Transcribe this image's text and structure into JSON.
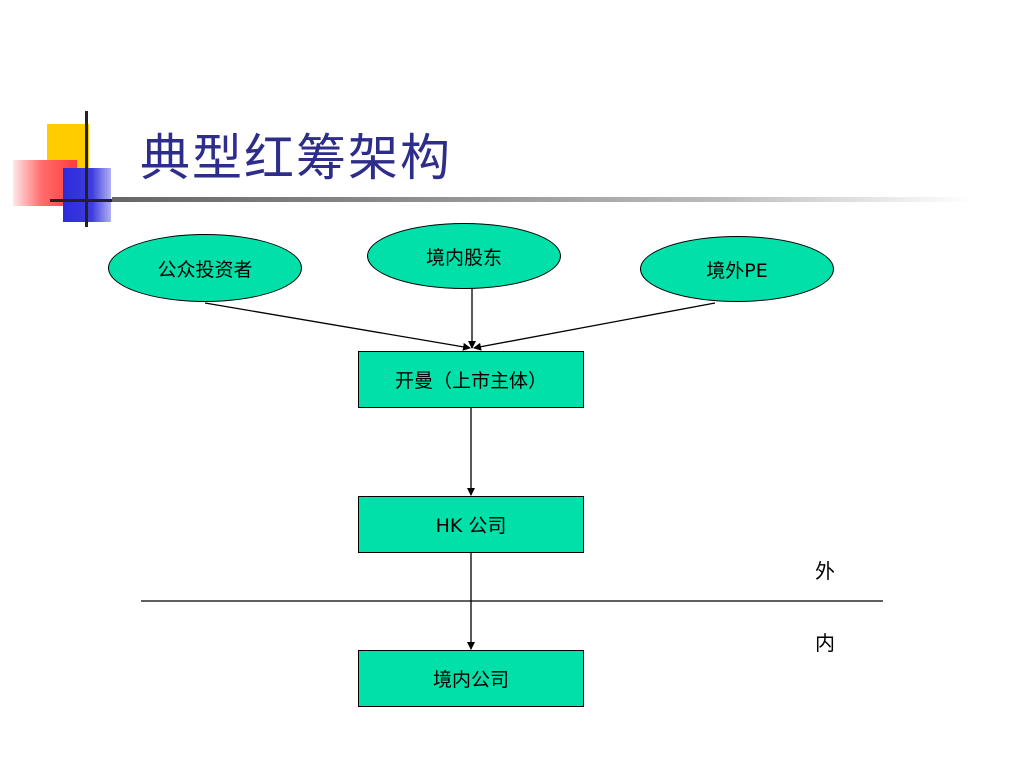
{
  "title": "典型红筹架构",
  "nodes": {
    "public_investors": "公众投资者",
    "domestic_shareholders": "境内股东",
    "overseas_pe": "境外PE",
    "listed_entity": "开曼（上市主体）",
    "hk_company": "HK 公司",
    "domestic_company": "境内公司"
  },
  "border_labels": {
    "outside": "外",
    "inside": "内"
  },
  "colors": {
    "node_fill": "#00e0a8",
    "title_text": "#2e2e8a"
  }
}
